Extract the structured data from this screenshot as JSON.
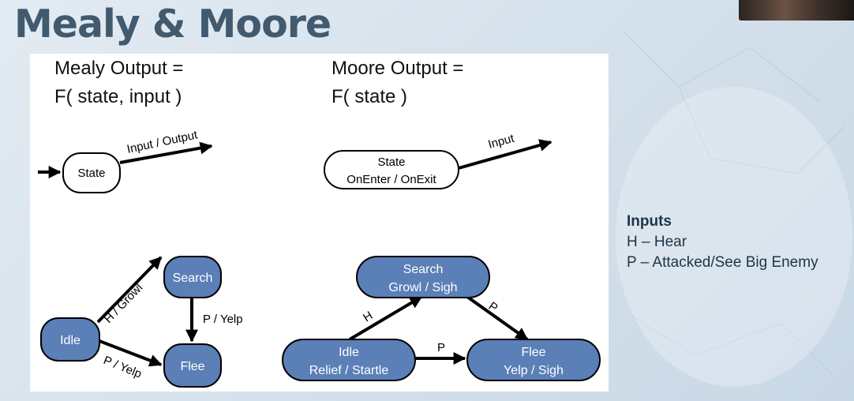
{
  "title": "Mealy & Moore",
  "mealy": {
    "heading_line1": "Mealy Output =",
    "heading_line2": "F( state, input )",
    "example_state": "State",
    "example_edge": "Input / Output"
  },
  "moore": {
    "heading_line1": "Moore Output =",
    "heading_line2": "F( state )",
    "example_state_line1": "State",
    "example_state_line2": "OnEnter / OnExit",
    "example_edge": "Input"
  },
  "mealy_machine": {
    "nodes": {
      "idle": "Idle",
      "search": "Search",
      "flee": "Flee"
    },
    "edges": {
      "idle_search": "H / Growl",
      "search_flee": "P / Yelp",
      "idle_flee": "P / Yelp"
    }
  },
  "moore_machine": {
    "nodes": {
      "search_name": "Search",
      "search_action": "Growl / Sigh",
      "idle_name": "Idle",
      "idle_action": "Relief / Startle",
      "flee_name": "Flee",
      "flee_action": "Yelp / Sigh"
    },
    "edges": {
      "idle_search": "H",
      "idle_flee": "P",
      "search_flee": "P"
    }
  },
  "inputs_legend": {
    "title": "Inputs",
    "items": [
      "H – Hear",
      "P – Attacked/See Big Enemy"
    ]
  },
  "colors": {
    "node_fill": "#5b7fb7",
    "title": "#415a6e"
  }
}
